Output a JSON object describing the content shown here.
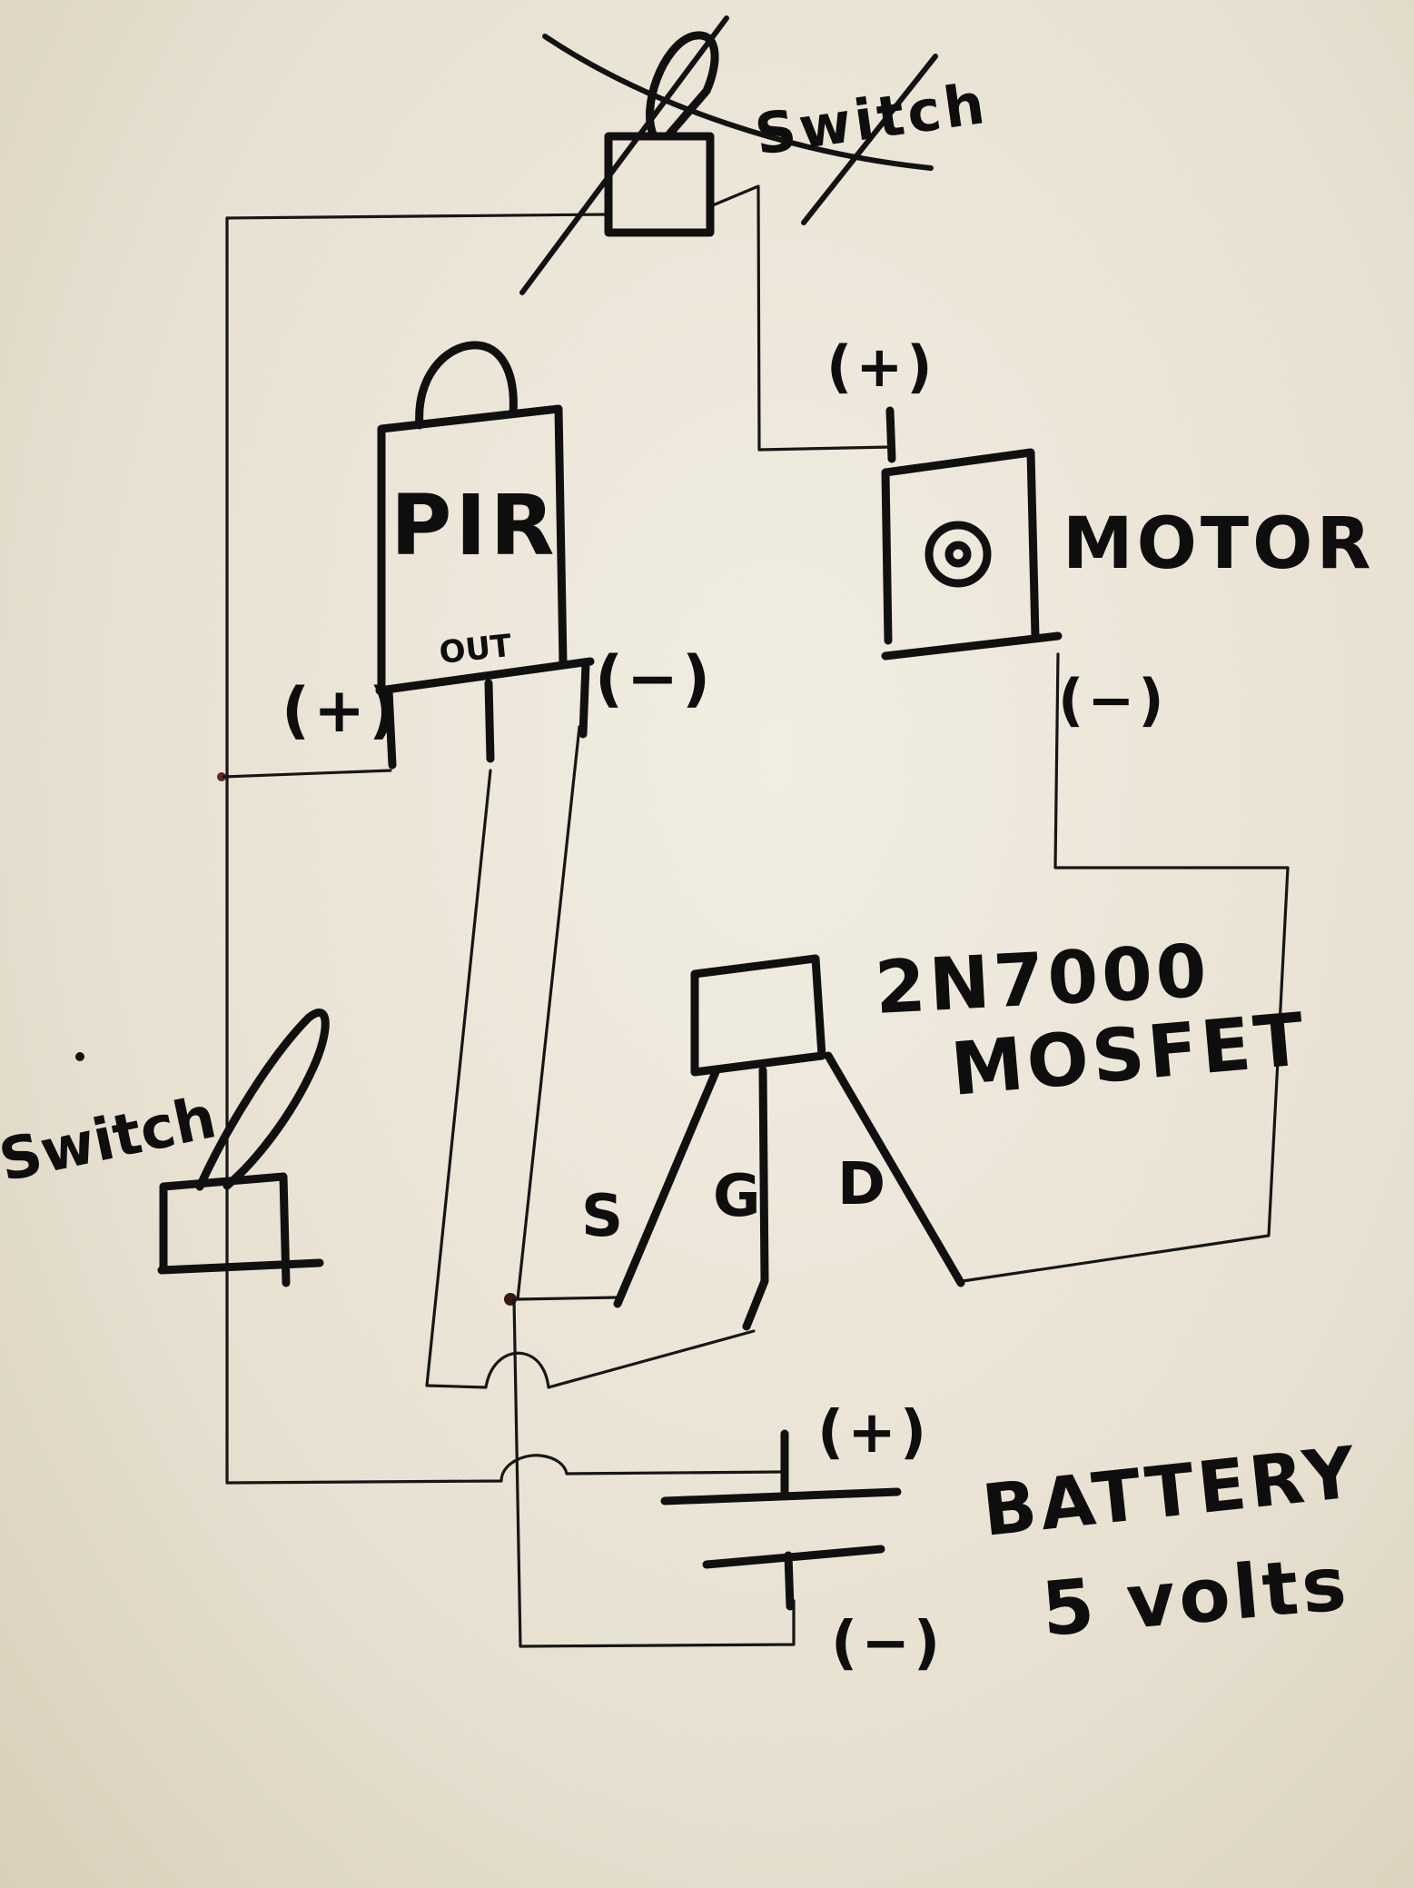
{
  "labels": {
    "switch_top": "Switch",
    "switch_left": "Switch",
    "pir": "PIR",
    "pir_out": "OUT",
    "pir_plus": "(+)",
    "pir_minus": "(−)",
    "motor": "MOTOR",
    "motor_plus": "(+)",
    "motor_minus": "(−)",
    "mosfet_part": "2N7000",
    "mosfet_type": "MOSFET",
    "pin_s": "S",
    "pin_g": "G",
    "pin_d": "D",
    "battery": "BATTERY",
    "battery_voltage": "5 volts",
    "battery_plus": "(+)",
    "battery_minus": "(−)"
  },
  "colors": {
    "ink": "#111111",
    "paper": "#ece6d9"
  }
}
